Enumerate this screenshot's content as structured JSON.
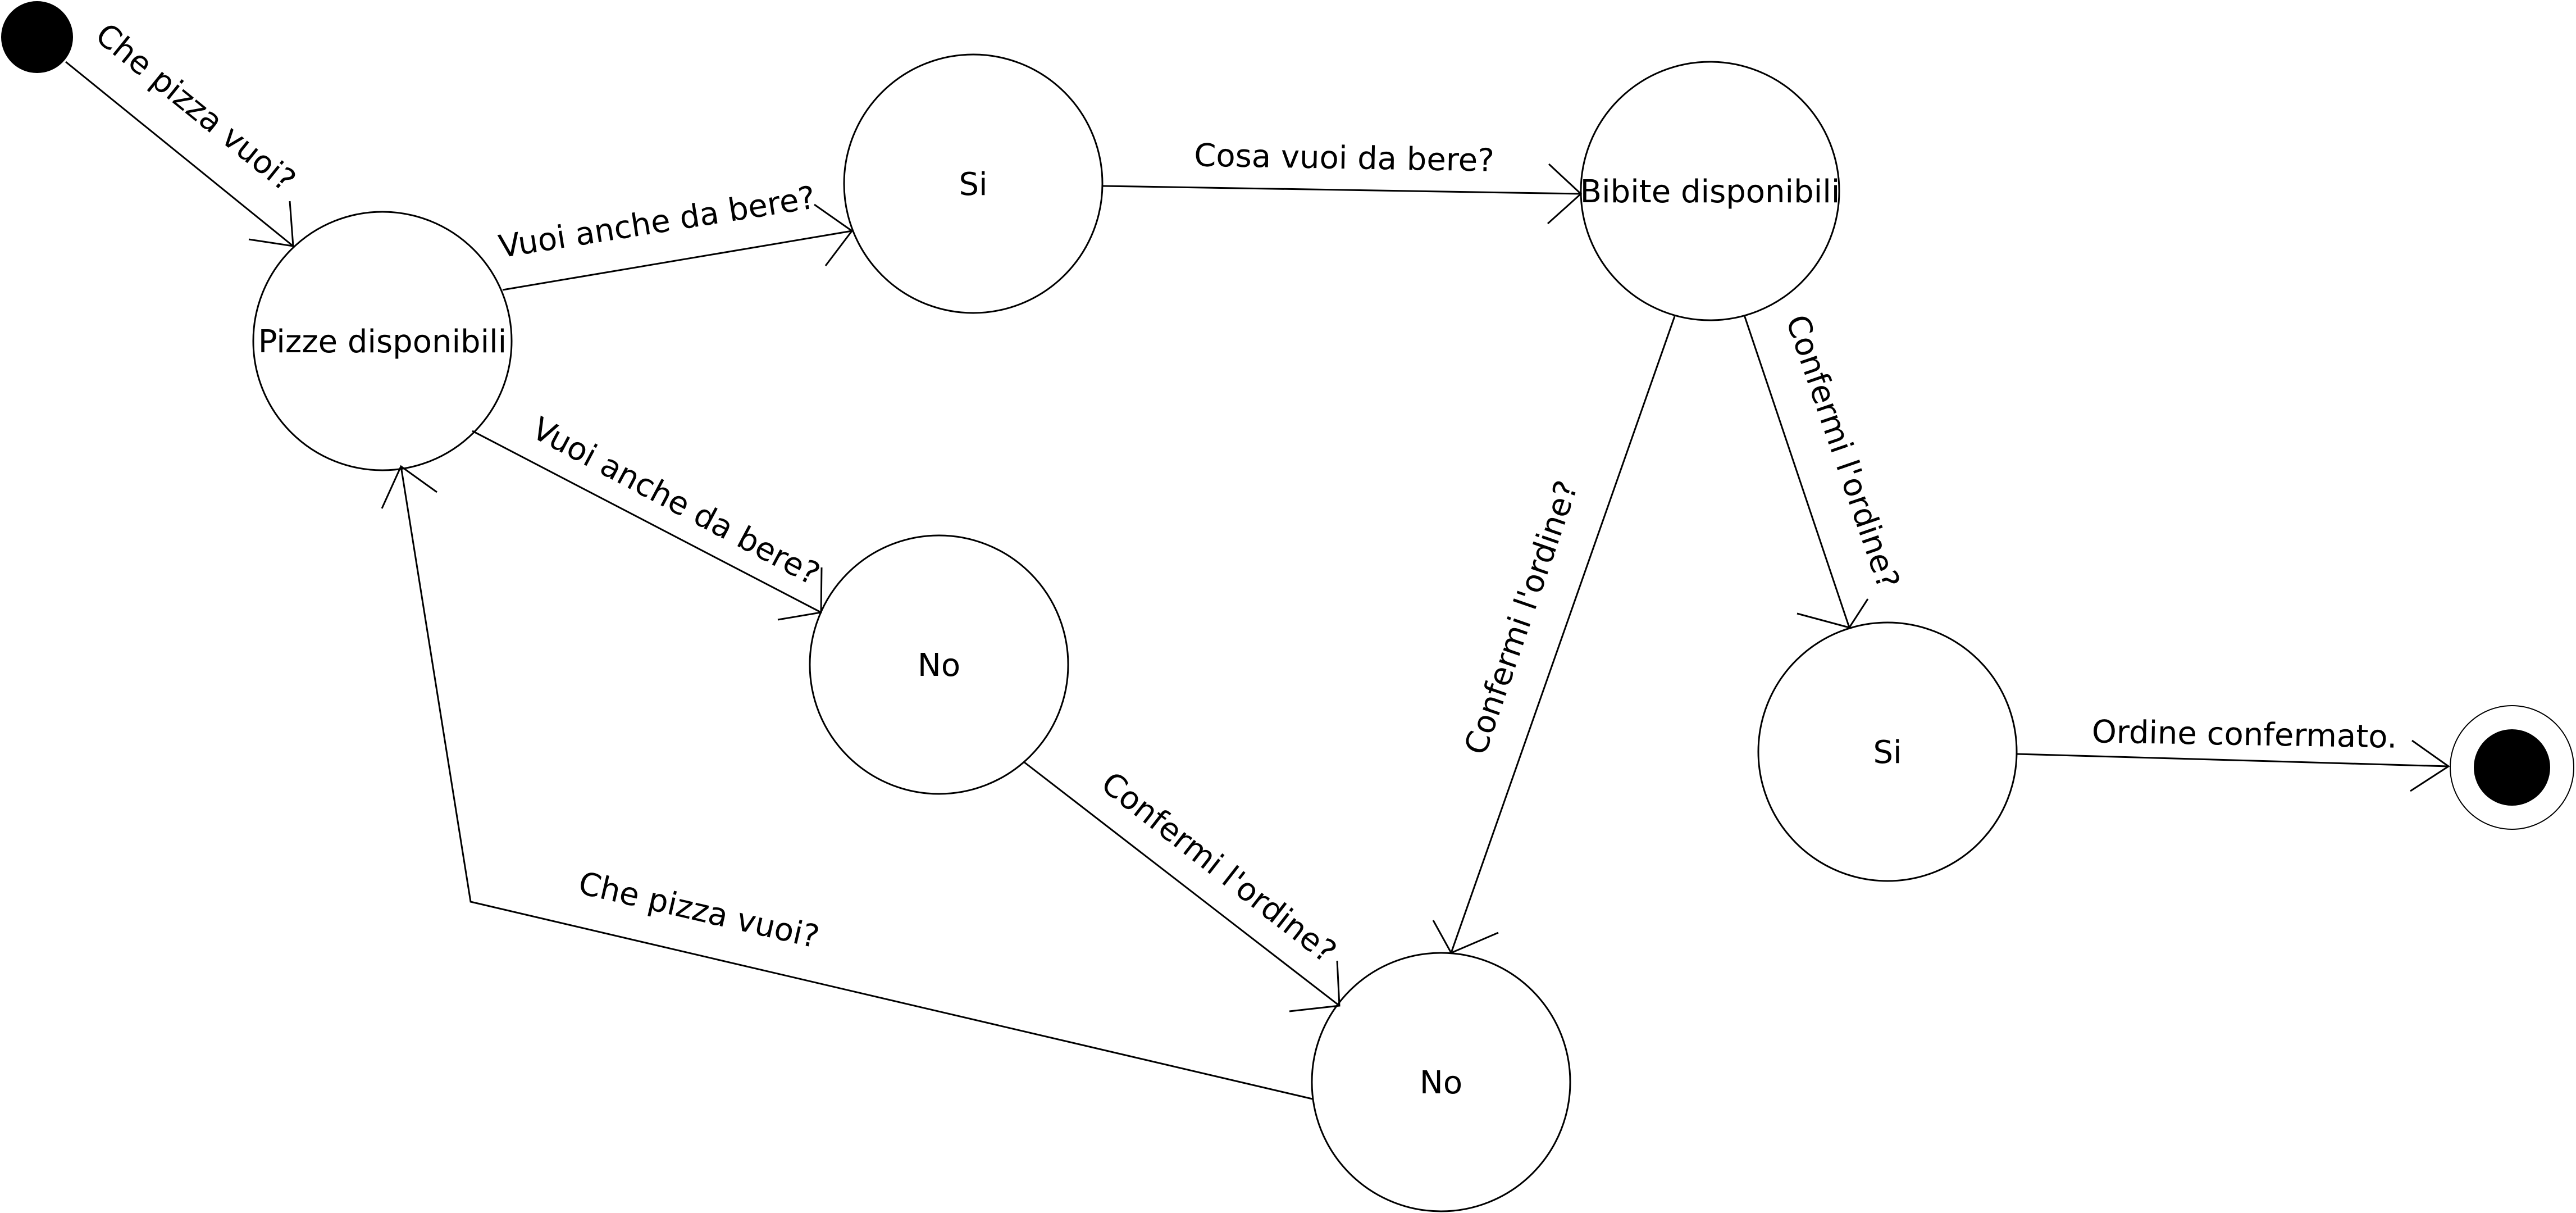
{
  "states": {
    "pizze": "Pizze disponibili",
    "si_drink": "Si",
    "no_drink": "No",
    "bibite": "Bibite disponibili",
    "si_confirm": "Si",
    "no_confirm": "No"
  },
  "transitions": {
    "start_to_pizze": "Che pizza vuoi?",
    "pizze_to_si": "Vuoi anche da bere?",
    "pizze_to_no": "Vuoi anche da bere?",
    "si_to_bibite": "Cosa vuoi da bere?",
    "bibite_to_no": "Confermi l'ordine?",
    "bibite_to_si": "Confermi l'ordine?",
    "no_to_noconfirm": "Confermi l'ordine?",
    "noconfirm_to_pizze": "Che pizza vuoi?",
    "si_to_end": "Ordine confermato."
  }
}
